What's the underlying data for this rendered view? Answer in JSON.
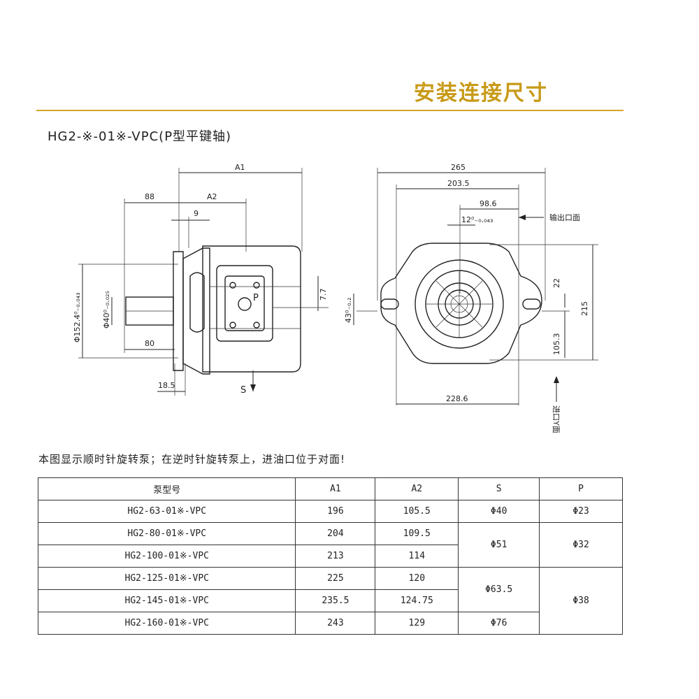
{
  "heading": "安装连接尺寸",
  "model_code": "HG2-※-01※-VPC(P型平键轴)",
  "side_view": {
    "dims": [
      "A1",
      "A2",
      "88",
      "9",
      "80",
      "18.5",
      "7.7"
    ],
    "vertical_dims": [
      "Φ152.4⁰₋₀.₀₄₃",
      "Φ40⁰₋₀.₀₂₅"
    ],
    "port_label": "P",
    "suction_label": "S"
  },
  "front_view": {
    "dims": [
      "265",
      "203.5",
      "98.6",
      "12⁰₋₀.₀₄₃",
      "228.6"
    ],
    "vertical_dims": [
      "43⁰₋₀.₂",
      "22",
      "215",
      "105.3"
    ],
    "outlet_label": "输出口面",
    "inlet_label": "进口Y面"
  },
  "note": "本图显示顺时针旋转泵；在逆时针旋转泵上，进油口位于对面!",
  "table": {
    "headers": [
      "泵型号",
      "A1",
      "A2",
      "S",
      "P"
    ],
    "rows": [
      {
        "model": "HG2-63-01※-VPC",
        "a1": "196",
        "a2": "105.5"
      },
      {
        "model": "HG2-80-01※-VPC",
        "a1": "204",
        "a2": "109.5"
      },
      {
        "model": "HG2-100-01※-VPC",
        "a1": "213",
        "a2": "114"
      },
      {
        "model": "HG2-125-01※-VPC",
        "a1": "225",
        "a2": "120"
      },
      {
        "model": "HG2-145-01※-VPC",
        "a1": "235.5",
        "a2": "124.75"
      },
      {
        "model": "HG2-160-01※-VPC",
        "a1": "243",
        "a2": "129"
      }
    ],
    "s_groups": [
      "Φ40",
      "Φ51",
      "Φ63.5",
      "Φ76"
    ],
    "p_groups": [
      "Φ23",
      "Φ32",
      "Φ38"
    ]
  },
  "colors": {
    "heading": "#c89a18",
    "rule": "#d4a52a",
    "line": "#222222"
  }
}
